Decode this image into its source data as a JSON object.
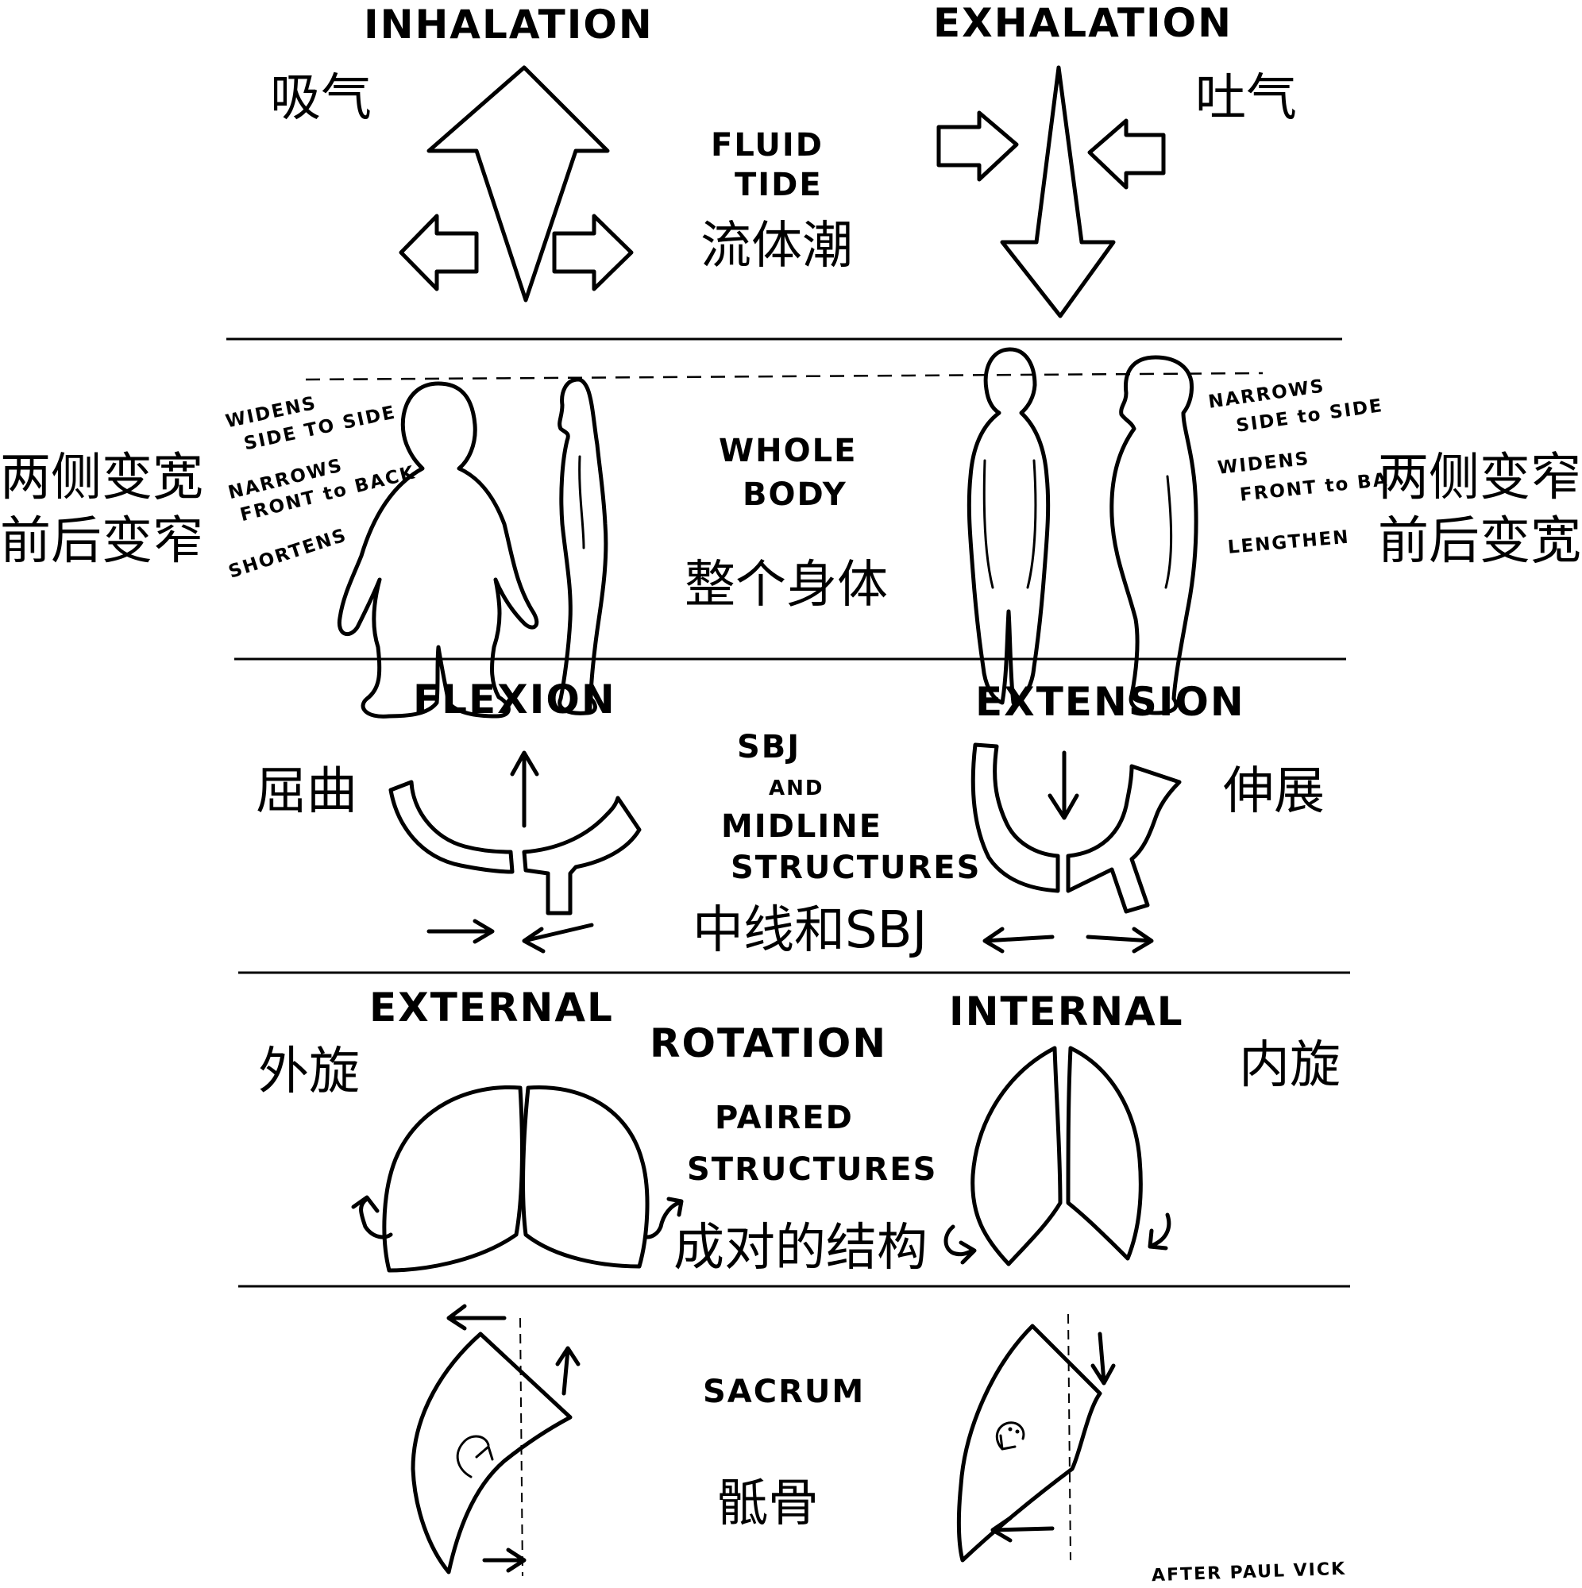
{
  "fluid_tide": {
    "inhalation_en": "INHALATION",
    "inhalation_cn": "吸气",
    "exhalation_en": "EXHALATION",
    "exhalation_cn": "吐气",
    "title_line1": "FLUID",
    "title_line2": "TIDE",
    "title_cn": "流体潮"
  },
  "whole_body": {
    "title_line1": "WHOLE",
    "title_line2": "BODY",
    "title_cn": "整个身体",
    "left_notes": [
      "WIDENS",
      "SIDE TO SIDE",
      "NARROWS",
      "FRONT to BACK",
      "SHORTENS"
    ],
    "right_notes": [
      "NARROWS",
      "SIDE to SIDE",
      "WIDENS",
      "FRONT to BA",
      "LENGTHEN"
    ],
    "left_cn_line1": "两侧变宽",
    "left_cn_line2": "前后变窄",
    "right_cn_line1": "两侧变窄",
    "right_cn_line2": "前后变宽"
  },
  "midline": {
    "flexion_en": "FLEXION",
    "flexion_cn": "屈曲",
    "extension_en": "EXTENSION",
    "extension_cn": "伸展",
    "title_line1": "SBJ",
    "title_line2": "AND",
    "title_line3": "MIDLINE",
    "title_line4": "STRUCTURES",
    "title_cn": "中线和SBJ"
  },
  "rotation": {
    "external_en": "EXTERNAL",
    "external_cn": "外旋",
    "internal_en": "INTERNAL",
    "internal_cn": "内旋",
    "title": "ROTATION",
    "sub_line1": "PAIRED",
    "sub_line2": "STRUCTURES",
    "sub_cn": "成对的结构"
  },
  "sacrum": {
    "title_en": "SACRUM",
    "title_cn": "骶骨"
  },
  "credit": "AFTER PAUL VICK"
}
